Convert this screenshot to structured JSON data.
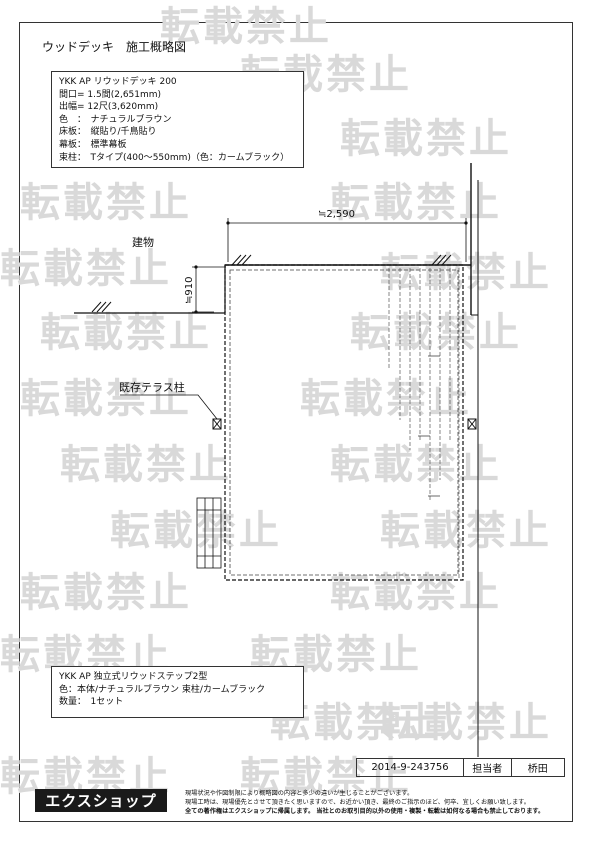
{
  "document": {
    "title": "ウッドデッキ　施工概略図"
  },
  "deck_spec": {
    "lines": [
      "YKK AP リウッドデッキ 200",
      "間口= 1.5間(2,651mm)",
      "出幅= 12尺(3,620mm)",
      "色　：　ナチュラルブラウン",
      "床板：　縦貼り/千鳥貼り",
      "幕板：　標準幕板",
      "束柱：　Tタイプ(400～550mm)（色：カームブラック）"
    ]
  },
  "drawing": {
    "building_label": "建物",
    "existing_post_label": "既存テラス柱",
    "width_dimension": "≒2,590",
    "height_dimension": "≒910"
  },
  "step_spec": {
    "lines": [
      "YKK AP 独立式リウッドステップ2型",
      "色：本体/ナチュラルブラウン 束柱/カームブラック",
      "数量：　1セット"
    ]
  },
  "watermark": "転載禁止",
  "footer": {
    "doc_number": "2014-9-243756",
    "person_label": "担当者",
    "person_name": "桥田",
    "logo_text": "エクスショップ",
    "notice_line1": "現場状況や作図制限により概略図の内容と多少の違いが生じることがございます。",
    "notice_line2": "現場工時は、現場優先とさせて頂きたく思いますので、お近かい頂き、最終のご指示のほど、何卒、宜しくお願い致します。",
    "notice_line3": "全ての著作権はエクスショップに帰属します。 当社とのお取引目的以外の使用・複製・転載は如何なる場合も禁止しております。"
  }
}
